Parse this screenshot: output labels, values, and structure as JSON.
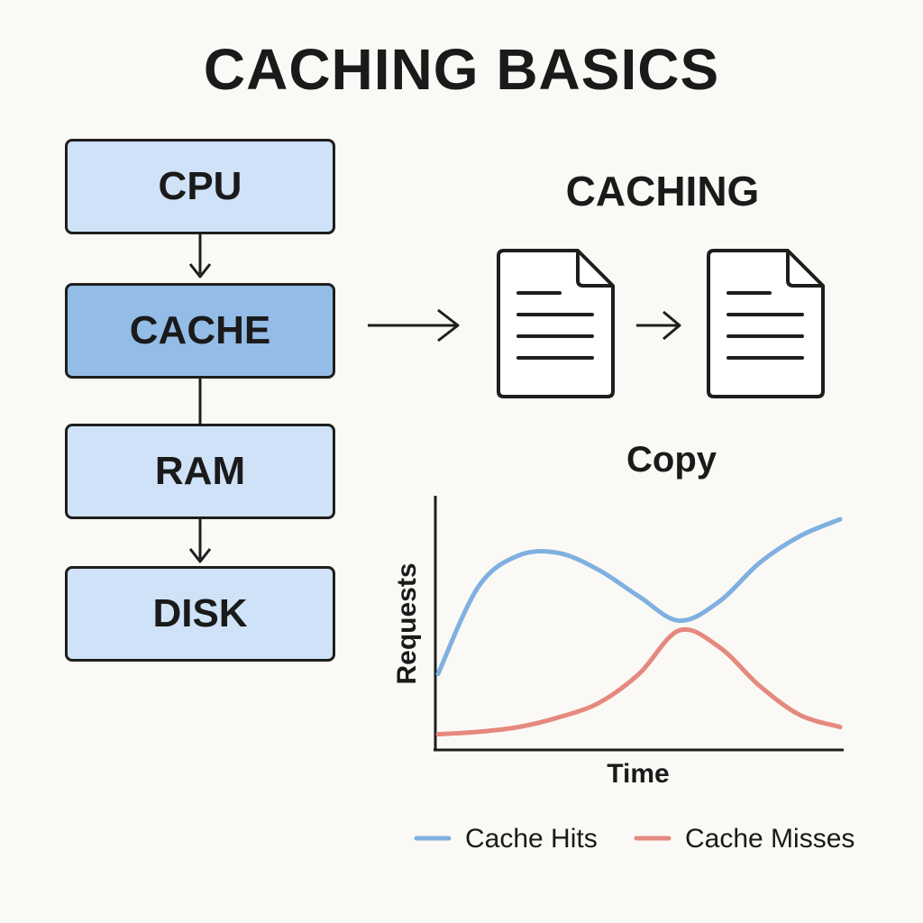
{
  "title": "CACHING BASICS",
  "hierarchy": {
    "items": [
      {
        "label": "CPU",
        "highlight": false
      },
      {
        "label": "CACHE",
        "highlight": true
      },
      {
        "label": "RAM",
        "highlight": false
      },
      {
        "label": "DISK",
        "highlight": false
      }
    ]
  },
  "caching": {
    "title": "CACHING",
    "copy_label": "Copy",
    "icons": [
      "document-icon",
      "document-icon"
    ]
  },
  "colors": {
    "box_fill": "#cfe2f7",
    "box_highlight_fill": "#93bde6",
    "hits": "#7fb0e0",
    "misses": "#e5897f"
  },
  "chart_data": {
    "type": "line",
    "xlabel": "Time",
    "ylabel": "Requests",
    "xlim": [
      0,
      10
    ],
    "ylim": [
      0,
      10
    ],
    "grid": false,
    "legend_placement": "bottom",
    "series": [
      {
        "name": "Cache Hits",
        "color": "#7fb0e0",
        "x": [
          0,
          1,
          2,
          3,
          4,
          5,
          6,
          7,
          8,
          9,
          10
        ],
        "y": [
          3.0,
          6.6,
          7.9,
          8.0,
          7.3,
          6.2,
          5.2,
          6.0,
          7.6,
          8.7,
          9.4
        ]
      },
      {
        "name": "Cache Misses",
        "color": "#e5897f",
        "x": [
          0,
          1,
          2,
          3,
          4,
          5,
          6,
          7,
          8,
          9,
          10
        ],
        "y": [
          0.5,
          0.6,
          0.8,
          1.2,
          1.8,
          3.0,
          4.8,
          4.1,
          2.5,
          1.3,
          0.8
        ]
      }
    ]
  }
}
